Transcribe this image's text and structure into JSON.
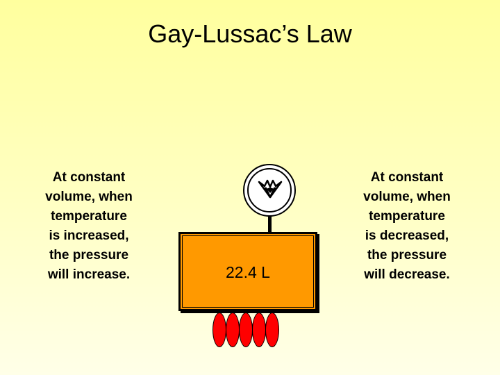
{
  "slide": {
    "title": "Gay-Lussac’s Law",
    "left_text": [
      "At constant",
      "volume, when",
      "temperature",
      "is increased,",
      "the pressure",
      "will increase."
    ],
    "right_text": [
      "At constant",
      "volume, when",
      "temperature",
      "is decreased,",
      "the pressure",
      "will decrease."
    ],
    "container_label": "22.4 L"
  },
  "colors": {
    "background_top": "#ffff9e",
    "background_bottom": "#ffffe8",
    "container_fill": "#ff9900",
    "flame_fill": "#ff0000",
    "gauge_face": "#ffffff"
  },
  "icons": {
    "gauge": "pressure-gauge-icon",
    "needle": "gauge-needle-icon",
    "flames": "flame-icon"
  }
}
